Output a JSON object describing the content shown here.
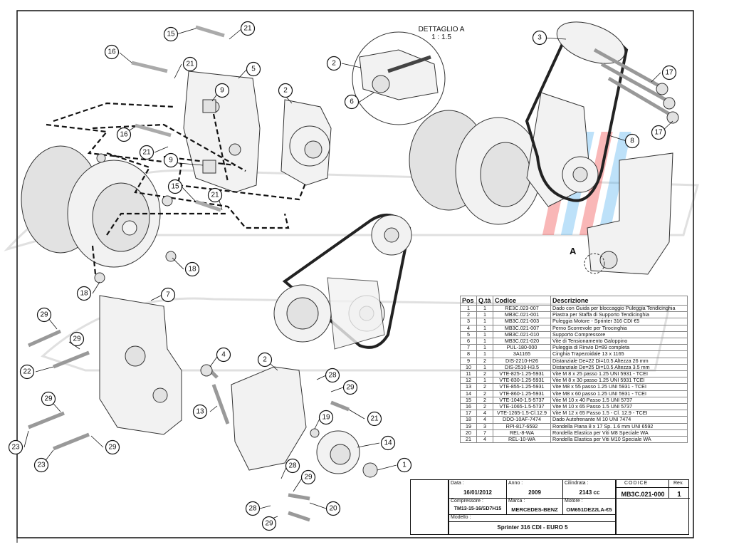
{
  "detail": {
    "title": "DETTAGLIO A",
    "scale": "1 : 1.5",
    "view_label": "A"
  },
  "callouts": [
    {
      "id": "c15a",
      "n": "15"
    },
    {
      "id": "c21a",
      "n": "21"
    },
    {
      "id": "c16a",
      "n": "16"
    },
    {
      "id": "c21b",
      "n": "21"
    },
    {
      "id": "c5",
      "n": "5"
    },
    {
      "id": "c9a",
      "n": "9"
    },
    {
      "id": "c2a",
      "n": "2"
    },
    {
      "id": "c16b",
      "n": "16"
    },
    {
      "id": "c21c",
      "n": "21"
    },
    {
      "id": "c9b",
      "n": "9"
    },
    {
      "id": "c15b",
      "n": "15"
    },
    {
      "id": "c21d",
      "n": "21"
    },
    {
      "id": "c18a",
      "n": "18"
    },
    {
      "id": "c18b",
      "n": "18"
    },
    {
      "id": "c2b",
      "n": "2"
    },
    {
      "id": "c6",
      "n": "6"
    },
    {
      "id": "c3",
      "n": "3"
    },
    {
      "id": "c17a",
      "n": "17"
    },
    {
      "id": "c17b",
      "n": "17"
    },
    {
      "id": "c8",
      "n": "8"
    },
    {
      "id": "c7",
      "n": "7"
    },
    {
      "id": "c29a",
      "n": "29"
    },
    {
      "id": "c29b",
      "n": "29"
    },
    {
      "id": "c22",
      "n": "22"
    },
    {
      "id": "c29c",
      "n": "29"
    },
    {
      "id": "c23a",
      "n": "23"
    },
    {
      "id": "c23b",
      "n": "23"
    },
    {
      "id": "c29d",
      "n": "29"
    },
    {
      "id": "c4",
      "n": "4"
    },
    {
      "id": "c13",
      "n": "13"
    },
    {
      "id": "c2c",
      "n": "2"
    },
    {
      "id": "c28a",
      "n": "28"
    },
    {
      "id": "c29e",
      "n": "29"
    },
    {
      "id": "c21e",
      "n": "21"
    },
    {
      "id": "c19",
      "n": "19"
    },
    {
      "id": "c14",
      "n": "14"
    },
    {
      "id": "c1",
      "n": "1"
    },
    {
      "id": "c28b",
      "n": "28"
    },
    {
      "id": "c29f",
      "n": "29"
    },
    {
      "id": "c20",
      "n": "20"
    },
    {
      "id": "c28c",
      "n": "28"
    },
    {
      "id": "c29g",
      "n": "29"
    }
  ],
  "bom": {
    "headers": {
      "pos": "Pos",
      "qty": "Q.tà",
      "code": "Codice",
      "desc": "Descrizione"
    },
    "rows": [
      {
        "pos": "1",
        "qty": "1",
        "code": "RE3C.023-007",
        "desc": "Dado con Guida per bloccaggio Puleggia Tendicinghia"
      },
      {
        "pos": "2",
        "qty": "1",
        "code": "MB3C.021-001",
        "desc": "Piastra per Staffa di Supporto Tendicinghia"
      },
      {
        "pos": "3",
        "qty": "1",
        "code": "MB3C.021-003",
        "desc": "Puleggia Motore - Sprinter 316 CDI €5"
      },
      {
        "pos": "4",
        "qty": "1",
        "code": "MB3C.021-007",
        "desc": "Perno Scorrevole per Tirocinghia"
      },
      {
        "pos": "5",
        "qty": "1",
        "code": "MB3C.021-010",
        "desc": "Supporto Compressore"
      },
      {
        "pos": "6",
        "qty": "1",
        "code": "MB3C.021-020",
        "desc": "Vite di Tensionamento Galoppino"
      },
      {
        "pos": "7",
        "qty": "1",
        "code": "PUL-180-000",
        "desc": "Puleggia di Rinvio D=89 completa"
      },
      {
        "pos": "8",
        "qty": "1",
        "code": "3A1165",
        "desc": "Cinghia Trapezoidale 13 x 1165"
      },
      {
        "pos": "9",
        "qty": "2",
        "code": "DIS-2210-H26",
        "desc": "Distanziale De=22 Di=10.5 Altezza 26 mm"
      },
      {
        "pos": "10",
        "qty": "1",
        "code": "DIS-2510-H3.5",
        "desc": "Distanziale De=25 Di=10.5 Altezza 3.5 mm"
      },
      {
        "pos": "11",
        "qty": "2",
        "code": "VTE-825-1.25-5931",
        "desc": "Vite M 8 x 25 passo 1.25 UNI 5931 - TCEI"
      },
      {
        "pos": "12",
        "qty": "1",
        "code": "VTE-830-1.25-5931",
        "desc": "Vite M 8 x 30 passo 1.25 UNI 5931 TCEI"
      },
      {
        "pos": "13",
        "qty": "2",
        "code": "VTE-855-1.25-5931",
        "desc": "Vite M8 x 55 passo 1.25 UNI 5931 - TCEI"
      },
      {
        "pos": "14",
        "qty": "2",
        "code": "VTE-860-1.25-5931",
        "desc": "Vite M8 x 60 passo 1.25 UNI 5931 - TCEI"
      },
      {
        "pos": "15",
        "qty": "2",
        "code": "VTE-1040-1.5-5737",
        "desc": "Vite M 10 x 40 Passo 1.5 UNI 5737"
      },
      {
        "pos": "16",
        "qty": "2",
        "code": "VTE-1065-1.5-5737",
        "desc": "Vite M 10 x 65 Passo 1.5 UNI 5737"
      },
      {
        "pos": "17",
        "qty": "4",
        "code": "VTE-1265-1.5-Cl.12.9",
        "desc": "Vite M 12 x 65 Passo 1.5 - Cl. 12.9 - TCEI"
      },
      {
        "pos": "18",
        "qty": "4",
        "code": "DDO-10AF-7474",
        "desc": "Dado Autofrenante M 10 UNI 7474"
      },
      {
        "pos": "19",
        "qty": "3",
        "code": "RPI-817-6592",
        "desc": "Rondella Piana 8 x 17 Sp. 1.6 mm UNI 6592"
      },
      {
        "pos": "20",
        "qty": "7",
        "code": "REL-8-WA",
        "desc": "Rondella Elastica per Viti M8 Speciale WA"
      },
      {
        "pos": "21",
        "qty": "4",
        "code": "REL-10-WA",
        "desc": "Rondella Elastica per Viti M10 Speciale WA"
      }
    ]
  },
  "title_block": {
    "labels": {
      "data": "Data :",
      "anno": "Anno :",
      "cilindrata": "Cilindrata :",
      "codice": "CODICE",
      "rev": "Rev.",
      "compressore": "Compressore :",
      "marca": "Marca :",
      "motore": "Motore :",
      "modello": "Modello :"
    },
    "values": {
      "data": "16/01/2012",
      "anno": "2009",
      "cilindrata": "2143 cc",
      "codice": "MB3C.021-000",
      "rev": "1",
      "compressore": "TM13-15-16/SD7H15",
      "marca": "MERCEDES-BENZ",
      "motore": "OM651DE22LA-€5",
      "modello": "Sprinter 316 CDI - EURO 5"
    }
  }
}
